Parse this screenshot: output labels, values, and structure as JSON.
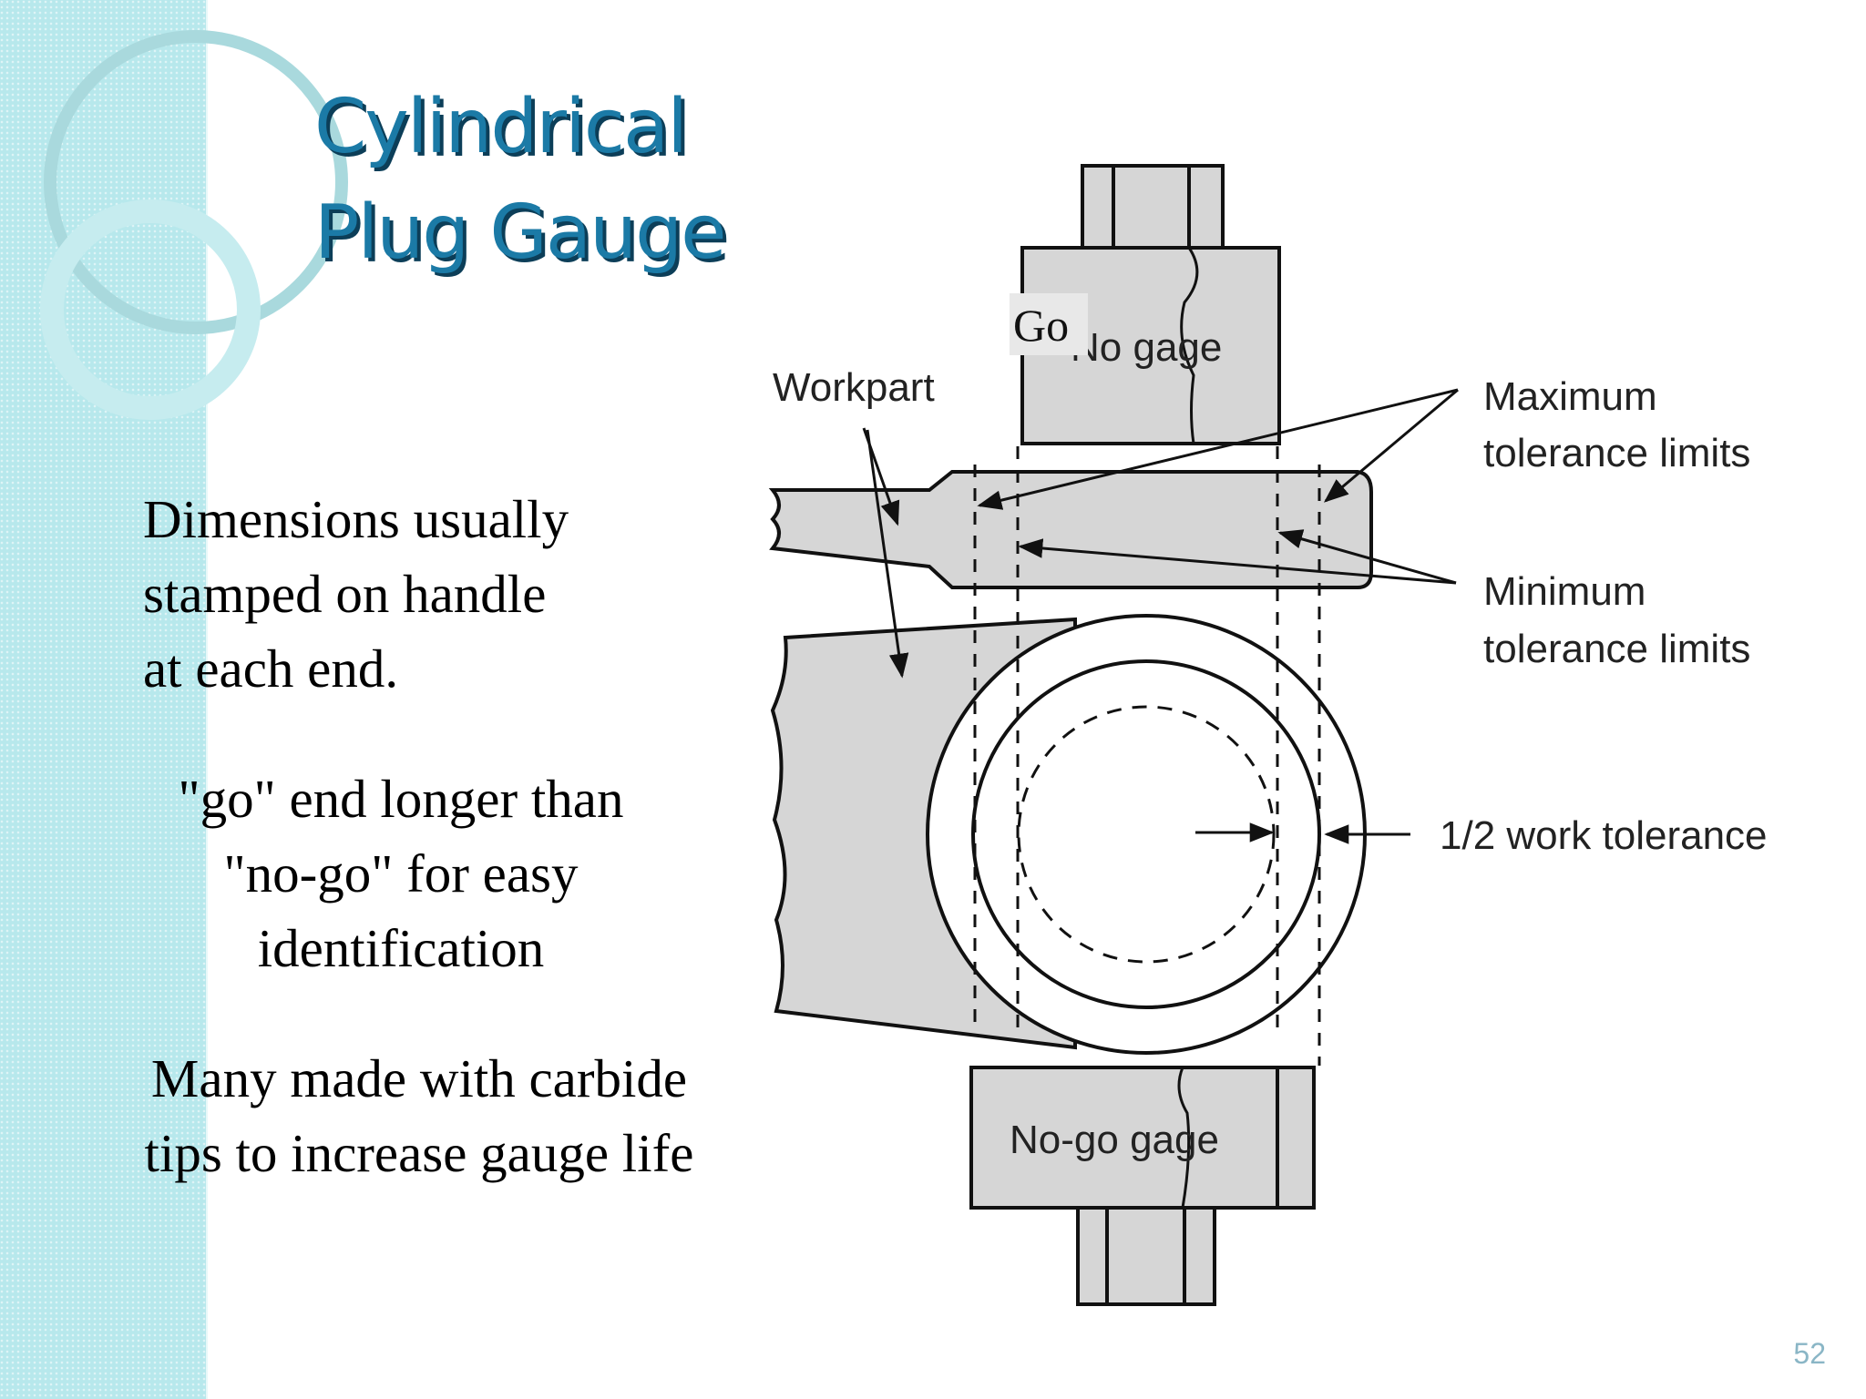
{
  "slide": {
    "title_lines": [
      "Cylindrical",
      "Plug Gauge"
    ],
    "bullets": [
      [
        "Dimensions usually",
        "stamped on handle",
        "at each end."
      ],
      [
        "\"go\" end longer than",
        "\"no-go\" for easy",
        "identification"
      ],
      [
        "Many made with carbide",
        "tips to increase gauge life"
      ]
    ],
    "page_number": "52"
  },
  "diagram": {
    "go_overlay": "Go",
    "go_gage_label": "No gage",
    "nogo_gage_label": "No-go gage",
    "workpart_label": "Workpart",
    "max_tol_lines": [
      "Maximum",
      "tolerance limits"
    ],
    "min_tol_lines": [
      "Minimum",
      "tolerance limits"
    ],
    "half_tol_label": "1/2 work tolerance"
  },
  "colors": {
    "accent_strip": "#b7e8ec",
    "title": "#1b7aa6",
    "title_shadow": "#0c3e58",
    "gauge_fill": "#d6d6d6"
  }
}
